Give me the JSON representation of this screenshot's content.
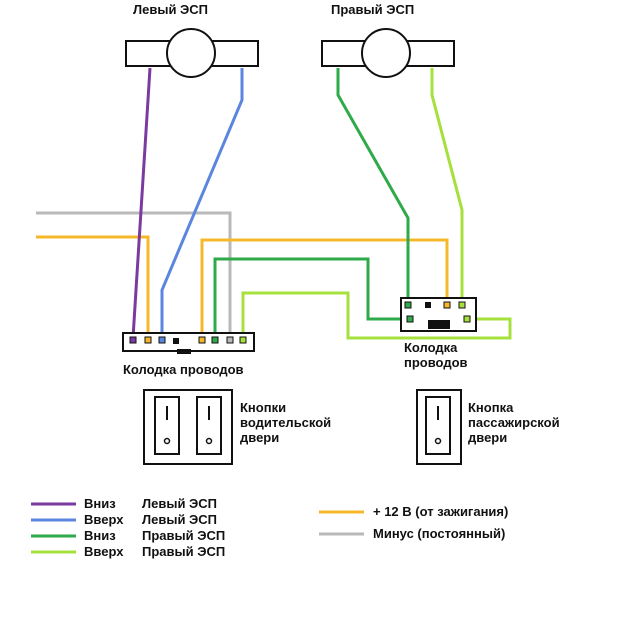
{
  "motors": {
    "left_title": "Левый ЭСП",
    "right_title": "Правый ЭСП"
  },
  "connectors": {
    "driver_label": "Колодка проводов",
    "passenger_label_line1": "Колодка",
    "passenger_label_line2": "проводов"
  },
  "buttons": {
    "driver_line1": "Кнопки",
    "driver_line2": "водительской",
    "driver_line3": "двери",
    "passenger_line1": "Кнопка",
    "passenger_line2": "пассажирской",
    "passenger_line3": "двери"
  },
  "legend": {
    "items": [
      {
        "dir": "Вниз",
        "motor": "Левый ЭСП",
        "color": "#7a3aa0"
      },
      {
        "dir": "Вверх",
        "motor": "Левый ЭСП",
        "color": "#5b86e0"
      },
      {
        "dir": "Вниз",
        "motor": "Правый ЭСП",
        "color": "#2faa4a"
      },
      {
        "dir": "Вверх",
        "motor": "Правый ЭСП",
        "color": "#a6e03c"
      }
    ],
    "power": [
      {
        "label": "+ 12 В (от зажигания)",
        "color": "#f5b82a"
      },
      {
        "label": "Минус (постоянный)",
        "color": "#b9b9b9"
      }
    ]
  }
}
